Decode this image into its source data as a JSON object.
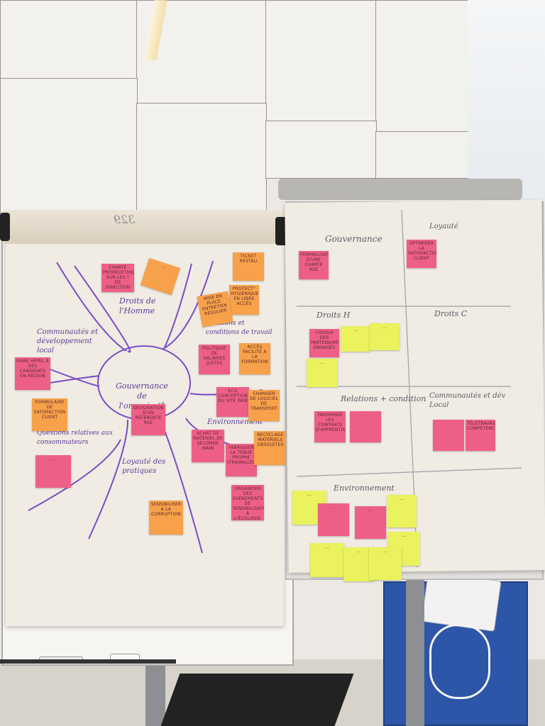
{
  "roll_text": "329",
  "left_board": {
    "labels": {
      "droits_homme": "Droits de l'Homme",
      "communautes": "Communautés et développement local",
      "gouvernance": "Gouvernance de l'organisat°",
      "environnement": "Environnement",
      "relations": "Relations et conditions de travail",
      "questions": "Questions relatives aux consommateurs",
      "loyaute": "Loyauté des pratiques"
    },
    "stickies": [
      {
        "text": "Charte promo/ethique sur les ? de direction",
        "color": "pink"
      },
      {
        "text": "...",
        "color": "orange"
      },
      {
        "text": "Ticket restau",
        "color": "orange"
      },
      {
        "text": "Protect° hygiéniques en libre accès",
        "color": "orange"
      },
      {
        "text": "Mise en place entretien régulier",
        "color": "orange"
      },
      {
        "text": "Politique de salaires justes",
        "color": "pink"
      },
      {
        "text": "Accès facilité à la formation",
        "color": "orange"
      },
      {
        "text": "Faire appel à des candidats en région",
        "color": "pink"
      },
      {
        "text": "Eco conception du site web",
        "color": "pink"
      },
      {
        "text": "Changer de logiciel de transport",
        "color": "orange"
      },
      {
        "text": "Formulaire de satisfaction client",
        "color": "orange"
      },
      {
        "text": "Désignation d'un référente RSE",
        "color": "pink"
      },
      {
        "text": "Achat de matériel de seconde main",
        "color": "pink"
      },
      {
        "text": "Fabriquer la tenue propre (travailleur)",
        "color": "pink"
      },
      {
        "text": "Recyclage matériels obsolètes",
        "color": "orange"
      },
      {
        "text": "...",
        "color": "pink"
      },
      {
        "text": "Organiser des événements de sensibilisation à l'écologie",
        "color": "pink"
      },
      {
        "text": "Sensibiliser à la corruption",
        "color": "orange"
      }
    ]
  },
  "right_board": {
    "headers": {
      "gouvernance": "Gouvernance",
      "loyaute": "Loyauté",
      "droits_h": "Droits H",
      "droits_c": "Droits C",
      "relations": "Relations + condition",
      "communautes": "Communautés et dév Local",
      "environnement": "Environnement"
    },
    "stickies": [
      {
        "text": "Formalisation d'une charte RSE",
        "color": "pink"
      },
      {
        "text": "Optimiser la satisfaction client",
        "color": "pink"
      },
      {
        "text": "Choisir des partenaires engagés",
        "color": "pink"
      },
      {
        "text": "...",
        "color": "yellow"
      },
      {
        "text": "...",
        "color": "yellow"
      },
      {
        "text": "...",
        "color": "yellow"
      },
      {
        "text": "Favoriser les contrats d'apprentissage",
        "color": "pink"
      },
      {
        "text": "...",
        "color": "pink"
      },
      {
        "text": "...",
        "color": "pink"
      },
      {
        "text": "Télétravail compétences",
        "color": "pink"
      },
      {
        "text": "...",
        "color": "yellow"
      },
      {
        "text": "...",
        "color": "pink"
      },
      {
        "text": "...",
        "color": "pink"
      },
      {
        "text": "...",
        "color": "yellow"
      },
      {
        "text": "...",
        "color": "yellow"
      },
      {
        "text": "...",
        "color": "yellow"
      },
      {
        "text": "...",
        "color": "yellow"
      },
      {
        "text": "...",
        "color": "yellow"
      }
    ]
  }
}
